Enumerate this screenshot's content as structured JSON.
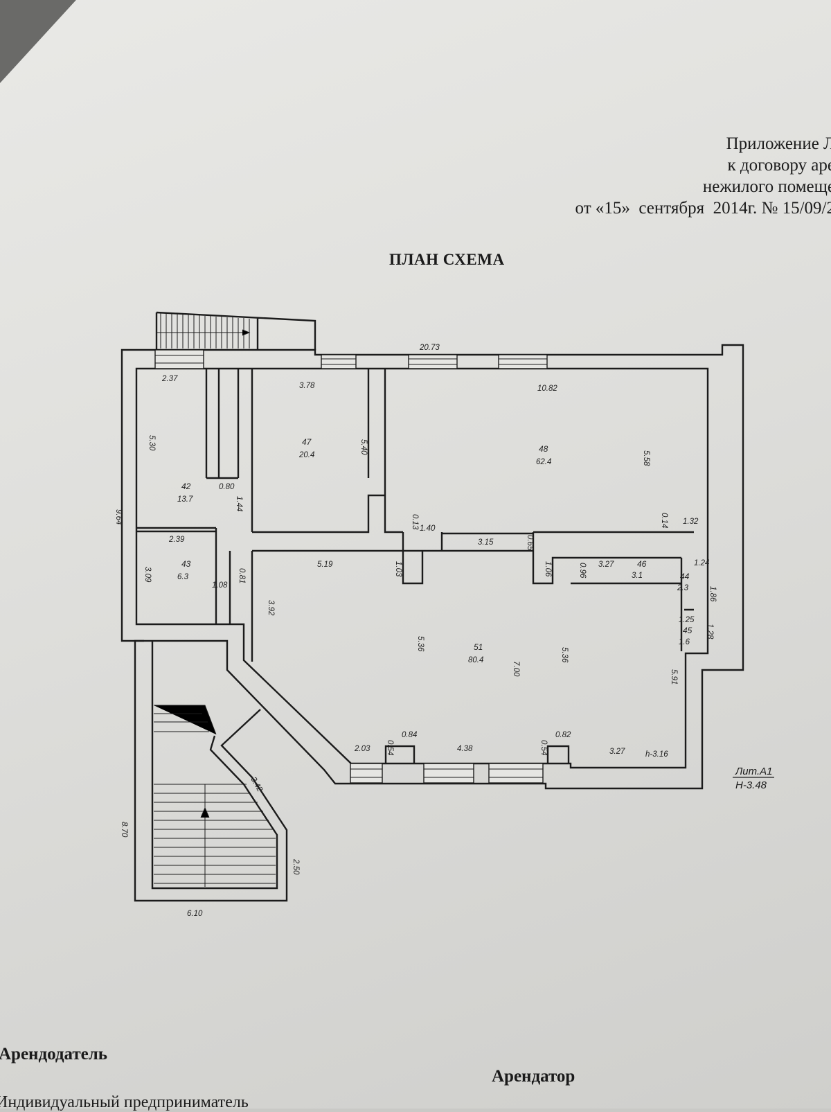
{
  "header": {
    "appendix_lines": [
      "Приложение Л",
      "к договору аре",
      "нежилого помеще",
      "от «15»  сентября  2014г. № 15/09/2"
    ]
  },
  "title": "ПЛАН СХЕМА",
  "plan": {
    "outer_dims": {
      "total_width_top": "20.73",
      "left_height": "9.64",
      "stair_height": "8.70",
      "stair_width_bottom": "6.10",
      "stair_diagonal": "3.42",
      "stair_right": "2.50"
    },
    "rooms": [
      {
        "number": "42",
        "area": "13.7"
      },
      {
        "number": "43",
        "area": "6.3"
      },
      {
        "number": "47",
        "area": "20.4"
      },
      {
        "number": "48",
        "area": "62.4"
      },
      {
        "number": "51",
        "area": "80.4"
      },
      {
        "number": "46",
        "area": "3.1"
      },
      {
        "number": "44",
        "area": "2.3"
      },
      {
        "number": "45",
        "area": "1.6"
      }
    ],
    "dims": {
      "r42_top": "2.37",
      "r42_side": "5.30",
      "r42_corr": "0.80",
      "corr_144": "1.44",
      "r43_top": "2.39",
      "r43_side": "3.09",
      "r43_108": "1.08",
      "d081": "0.81",
      "r47_top": "3.78",
      "r47_side": "5.40",
      "r48_top": "10.82",
      "r48_side": "5.58",
      "d013": "0.13",
      "d140": "1.40",
      "d315": "3.15",
      "d065": "0.65",
      "d014": "0.14",
      "d132": "1.32",
      "d519": "5.19",
      "d103": "1.03",
      "d392": "3.92",
      "d536a": "5.36",
      "d700": "7.00",
      "d536b": "5.36",
      "d106": "1.06",
      "d096": "0.96",
      "d327a": "3.27",
      "d124": "1.24",
      "d186": "1.86",
      "d125": "1.25",
      "d128": "1.28",
      "d591": "5.91",
      "d203": "2.03",
      "d054a": "0.54",
      "d084": "0.84",
      "d438": "4.38",
      "d054b": "0.54",
      "d082": "0.82",
      "d327b": "3.27",
      "h316": "h-3.16"
    },
    "lit_label": "Лит.А1",
    "height_label": "Н-3.48"
  },
  "signatures": {
    "landlord": "Арендодатель",
    "tenant": "Арендатор",
    "entrepreneur": "Индивидуальный предприниматель"
  }
}
